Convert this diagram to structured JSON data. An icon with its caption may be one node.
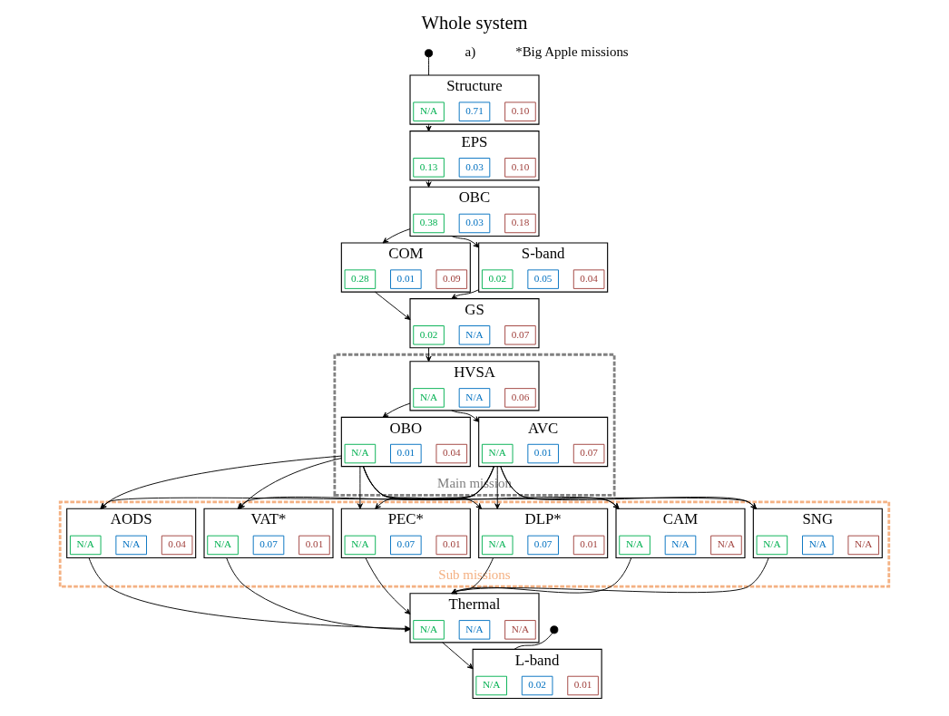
{
  "diagram": {
    "title": "Whole system",
    "nodes": [
      {
        "text": [],
        "shape": "circle"
      },
      {
        "text": [
          "Structure"
        ]
      },
      {
        "text": [
          "N/A"
        ],
        "in": 1
      },
      {
        "text": [
          "0.71"
        ],
        "in": 1
      },
      {
        "text": [
          "0.10"
        ],
        "in": 1
      },
      {
        "text": [
          "EPS"
        ]
      },
      {
        "text": [
          "0.13"
        ],
        "in": 5
      },
      {
        "text": [
          "0.03"
        ],
        "in": 5
      },
      {
        "text": [
          "0.10"
        ],
        "in": 5
      },
      {
        "text": [
          "OBC"
        ]
      },
      {
        "text": [
          "0.38"
        ],
        "in": 9
      },
      {
        "text": [
          "0.03"
        ],
        "in": 9
      },
      {
        "text": [
          "0.18"
        ],
        "in": 9
      },
      {
        "text": [
          "COM"
        ]
      },
      {
        "text": [
          "0.28"
        ],
        "in": 13
      },
      {
        "text": [
          "0.01"
        ],
        "in": 13
      },
      {
        "text": [
          "0.09"
        ],
        "in": 13
      },
      {
        "text": [
          "S-band"
        ]
      },
      {
        "text": [
          "0.02"
        ],
        "in": 17
      },
      {
        "text": [
          "0.05"
        ],
        "in": 17
      },
      {
        "text": [
          "0.04"
        ],
        "in": 17
      },
      {
        "text": [
          "GS"
        ]
      },
      {
        "text": [
          "0.02"
        ],
        "in": 21
      },
      {
        "text": [
          "N/A"
        ],
        "in": 21
      },
      {
        "text": [
          "0.07"
        ],
        "in": 21
      },
      {
        "text": [
          "Sub missions"
        ]
      },
      {
        "text": [
          "SNG"
        ],
        "in": 25
      },
      {
        "text": [
          "N/A"
        ],
        "in": 26
      },
      {
        "text": [
          "N/A"
        ],
        "in": 26
      },
      {
        "text": [
          "N/A"
        ],
        "in": 26
      },
      {
        "text": [
          "CAM"
        ],
        "in": 25
      },
      {
        "text": [
          "N/A"
        ],
        "in": 30
      },
      {
        "text": [
          "N/A"
        ],
        "in": 30
      },
      {
        "text": [
          "N/A"
        ],
        "in": 30
      },
      {
        "text": [
          "DLP*"
        ],
        "in": 25
      },
      {
        "text": [
          "N/A"
        ],
        "in": 34
      },
      {
        "text": [
          "0.07"
        ],
        "in": 34
      },
      {
        "text": [
          "0.01"
        ],
        "in": 34
      },
      {
        "text": [
          "PEC*"
        ],
        "in": 25
      },
      {
        "text": [
          "N/A"
        ],
        "in": 38
      },
      {
        "text": [
          "0.07"
        ],
        "in": 38
      },
      {
        "text": [
          "0.01"
        ],
        "in": 38
      },
      {
        "text": [
          "VAT*"
        ],
        "in": 25
      },
      {
        "text": [
          "N/A"
        ],
        "in": 42
      },
      {
        "text": [
          "0.07"
        ],
        "in": 42
      },
      {
        "text": [
          "0.01"
        ],
        "in": 42
      },
      {
        "text": [
          "AODS"
        ],
        "in": 25
      },
      {
        "text": [
          "N/A"
        ],
        "in": 46
      },
      {
        "text": [
          "N/A"
        ],
        "in": 46
      },
      {
        "text": [
          "0.04"
        ],
        "in": 46
      },
      {
        "text": [
          "Main mission"
        ]
      },
      {
        "text": [
          "OBO"
        ],
        "in": 50
      },
      {
        "text": [
          "N/A"
        ],
        "in": 51
      },
      {
        "text": [
          "0.01"
        ],
        "in": 51
      },
      {
        "text": [
          "0.04"
        ],
        "in": 51
      },
      {
        "text": [
          "AVC"
        ],
        "in": 50
      },
      {
        "text": [
          "N/A"
        ],
        "in": 55
      },
      {
        "text": [
          "0.01"
        ],
        "in": 55
      },
      {
        "text": [
          "0.07"
        ],
        "in": 55
      },
      {
        "text": [
          "HVSA"
        ],
        "in": 50
      },
      {
        "text": [
          "N/A"
        ],
        "in": 59
      },
      {
        "text": [
          "N/A"
        ],
        "in": 59
      },
      {
        "text": [
          "0.06"
        ],
        "in": 59
      },
      {
        "text": [],
        "shape": "circle"
      },
      {
        "text": [
          "L-band"
        ]
      },
      {
        "text": [
          "N/A"
        ],
        "in": 64
      },
      {
        "text": [
          "0.02"
        ],
        "in": 64
      },
      {
        "text": [
          "0.01"
        ],
        "in": 64
      },
      {
        "text": [
          "Thermal"
        ]
      },
      {
        "text": [
          "N/A"
        ],
        "in": 68
      },
      {
        "text": [
          "N/A"
        ],
        "in": 68
      },
      {
        "text": [
          "N/A"
        ],
        "in": 68
      }
    ],
    "edges": [
      {
        "from": 0,
        "to": 1,
        "arrow": "none"
      },
      {
        "from": 1,
        "to": 5,
        "arrow": "to"
      },
      {
        "from": 5,
        "to": 9,
        "arrow": "to"
      },
      {
        "from": 9,
        "to": 13,
        "arrow": "to"
      },
      {
        "from": 9,
        "to": 17,
        "arrow": "to"
      },
      {
        "from": 13,
        "to": 21,
        "arrow": "to"
      },
      {
        "from": 17,
        "to": 21,
        "arrow": "to"
      },
      {
        "from": 21,
        "to": 59,
        "arrow": "to"
      },
      {
        "from": 59,
        "to": 51,
        "arrow": "to"
      },
      {
        "from": 59,
        "to": 55,
        "arrow": "to"
      },
      {
        "from": 51,
        "to": 26,
        "arrow": "to"
      },
      {
        "from": 51,
        "to": 30,
        "arrow": "to"
      },
      {
        "from": 51,
        "to": 34,
        "arrow": "to"
      },
      {
        "from": 51,
        "to": 38,
        "arrow": "to"
      },
      {
        "from": 51,
        "to": 42,
        "arrow": "to"
      },
      {
        "from": 51,
        "to": 46,
        "arrow": "to"
      },
      {
        "from": 55,
        "to": 26,
        "arrow": "to"
      },
      {
        "from": 55,
        "to": 30,
        "arrow": "to"
      },
      {
        "from": 55,
        "to": 34,
        "arrow": "to"
      },
      {
        "from": 55,
        "to": 38,
        "arrow": "to"
      },
      {
        "from": 55,
        "to": 42,
        "arrow": "to"
      },
      {
        "from": 55,
        "to": 46,
        "arrow": "to"
      },
      {
        "from": 26,
        "to": 68,
        "arrow": "to"
      },
      {
        "from": 30,
        "to": 68,
        "arrow": "to"
      },
      {
        "from": 34,
        "to": 68,
        "arrow": "to"
      },
      {
        "from": 38,
        "to": 68,
        "arrow": "to"
      },
      {
        "from": 42,
        "to": 68,
        "arrow": "to"
      },
      {
        "from": 46,
        "to": 68,
        "arrow": "to"
      },
      {
        "from": 68,
        "to": 64,
        "arrow": "to"
      },
      {
        "from": 63,
        "to": 64,
        "arrow": "none"
      }
    ],
    "labels": [
      "a)",
      "*Big Apple missions"
    ]
  }
}
